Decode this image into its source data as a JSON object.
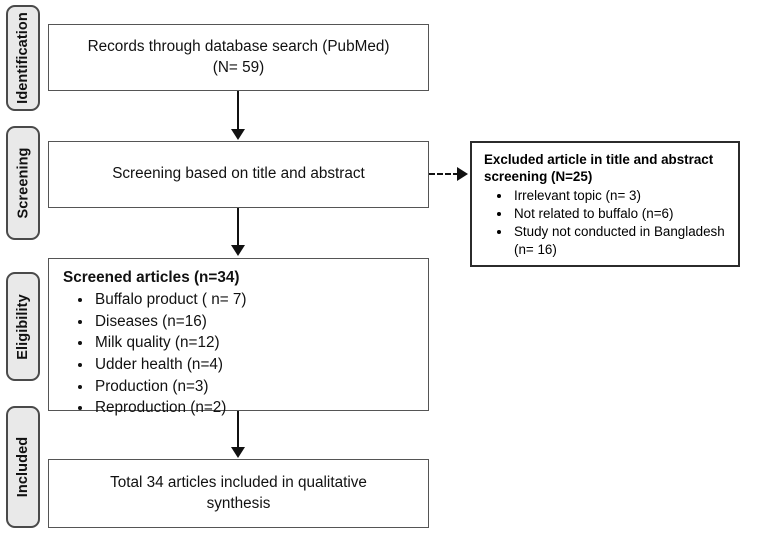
{
  "diagram": {
    "type": "prisma-flow-diagram",
    "stages": [
      {
        "id": "identification",
        "label": "Identification"
      },
      {
        "id": "screening",
        "label": "Screening"
      },
      {
        "id": "eligibility",
        "label": "Eligibility"
      },
      {
        "id": "included",
        "label": "Included"
      }
    ],
    "boxes": {
      "records": {
        "line1": "Records through database search (PubMed)",
        "line2": "(N= 59)"
      },
      "screening": {
        "line1": "Screening based on title and abstract"
      },
      "screened_articles": {
        "heading": "Screened articles (n=34)",
        "items": [
          "Buffalo product ( n= 7)",
          "Diseases (n=16)",
          "Milk quality (n=12)",
          "Udder health (n=4)",
          "Production (n=3)",
          "Reproduction (n=2)"
        ]
      },
      "excluded": {
        "heading_line1": "Excluded article in title and abstract",
        "heading_line2": "screening (N=25)",
        "items": [
          "Irrelevant topic (n= 3)",
          "Not related to buffalo (n=6)",
          "Study not conducted in Bangladesh (n= 16)"
        ]
      },
      "included": {
        "line1": "Total 34 articles included in qualitative",
        "line2": "synthesis"
      }
    },
    "colors": {
      "pill_fill": "#e9e9e9",
      "pill_border": "#4a4a4a",
      "box_border": "#555555",
      "excluded_border": "#2b2b2b",
      "connector": "#111111",
      "text": "#111111",
      "background": "#ffffff"
    }
  }
}
